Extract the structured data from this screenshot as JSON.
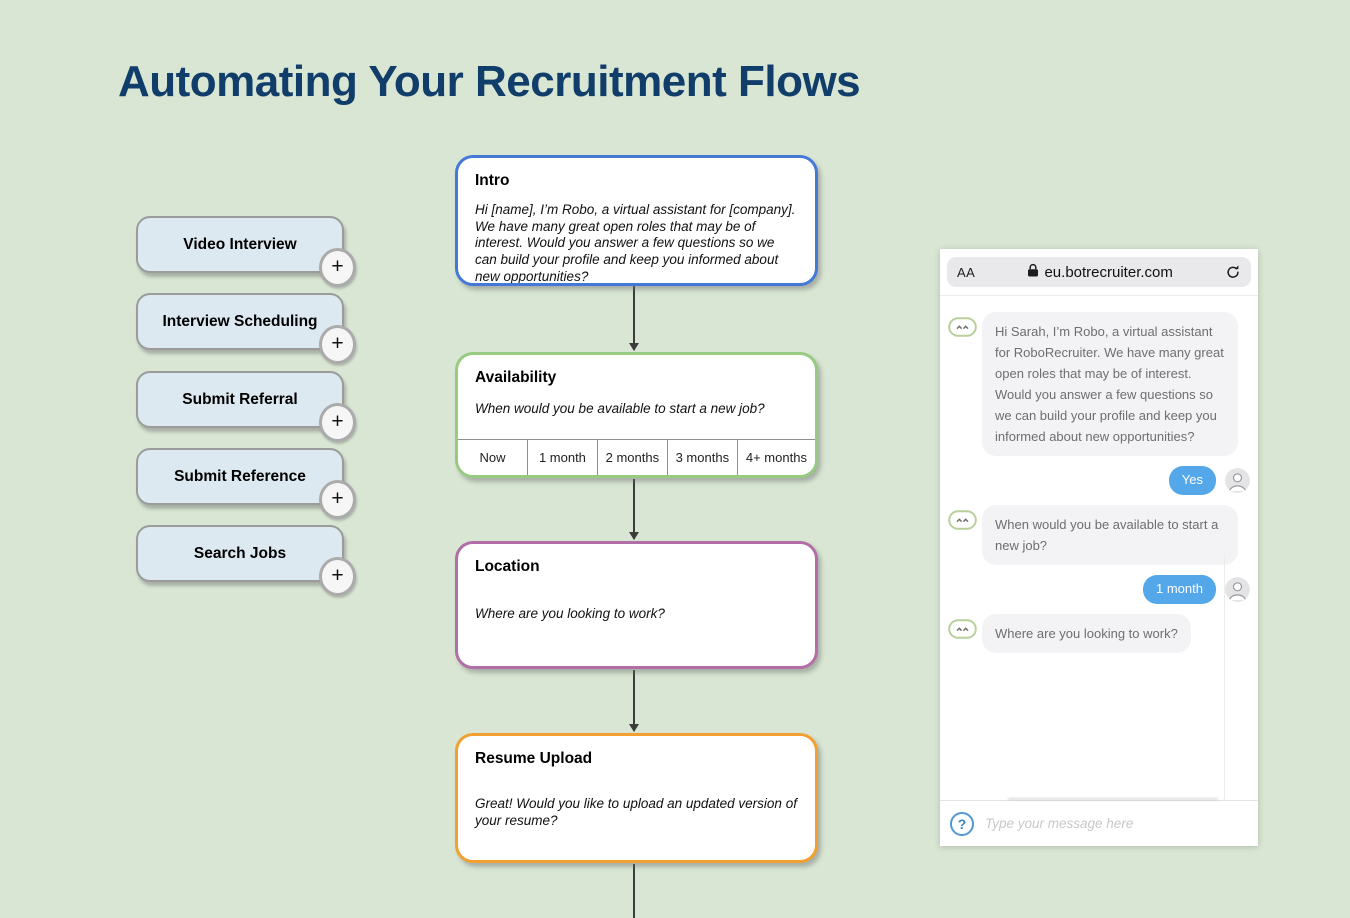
{
  "page": {
    "title": "Automating Your Recruitment Flows"
  },
  "palette": {
    "background": "#d8e6d3",
    "title": "#113d6b",
    "intro_border": "#4479d8",
    "availability_border": "#97cb81",
    "location_border": "#b26ea6",
    "resume_border": "#f2a032",
    "user_bubble": "#54a7e9",
    "bot_bubble": "#f3f3f5"
  },
  "sidebar": {
    "add_label": "+",
    "items": [
      {
        "label": "Video Interview"
      },
      {
        "label": "Interview Scheduling"
      },
      {
        "label": "Submit Referral"
      },
      {
        "label": "Submit Reference"
      },
      {
        "label": "Search Jobs"
      }
    ]
  },
  "flow": {
    "cards": [
      {
        "title": "Intro",
        "body": "Hi [name], I’m Robo, a virtual assistant for [company]. We have many great open roles that may be of interest. Would you answer a few questions so we can build your profile and keep you informed about new opportunities?"
      },
      {
        "title": "Availability",
        "body": "When would you be available to start a new job?",
        "options": [
          "Now",
          "1 month",
          "2 months",
          "3 months",
          "4+ months"
        ]
      },
      {
        "title": "Location",
        "body": "Where are you looking to work?"
      },
      {
        "title": "Resume Upload",
        "body": "Great! Would you like to upload an updated version of your resume?"
      }
    ]
  },
  "phone": {
    "browser": {
      "reader_label": "AA",
      "url": "eu.botrecruiter.com"
    },
    "messages": [
      {
        "from": "bot",
        "text": "Hi Sarah, I’m Robo, a virtual assistant for RoboRecruiter. We have many great open roles that may be of interest. Would you answer a few questions so we can build your profile and keep you informed about new opportunities?"
      },
      {
        "from": "user",
        "text": "Yes"
      },
      {
        "from": "bot",
        "text": "When would you be available to start a new job?"
      },
      {
        "from": "user",
        "text": "1 month"
      },
      {
        "from": "bot",
        "text": "Where are you looking to work?"
      }
    ],
    "input": {
      "placeholder": "Type your message here",
      "help_label": "?"
    }
  }
}
